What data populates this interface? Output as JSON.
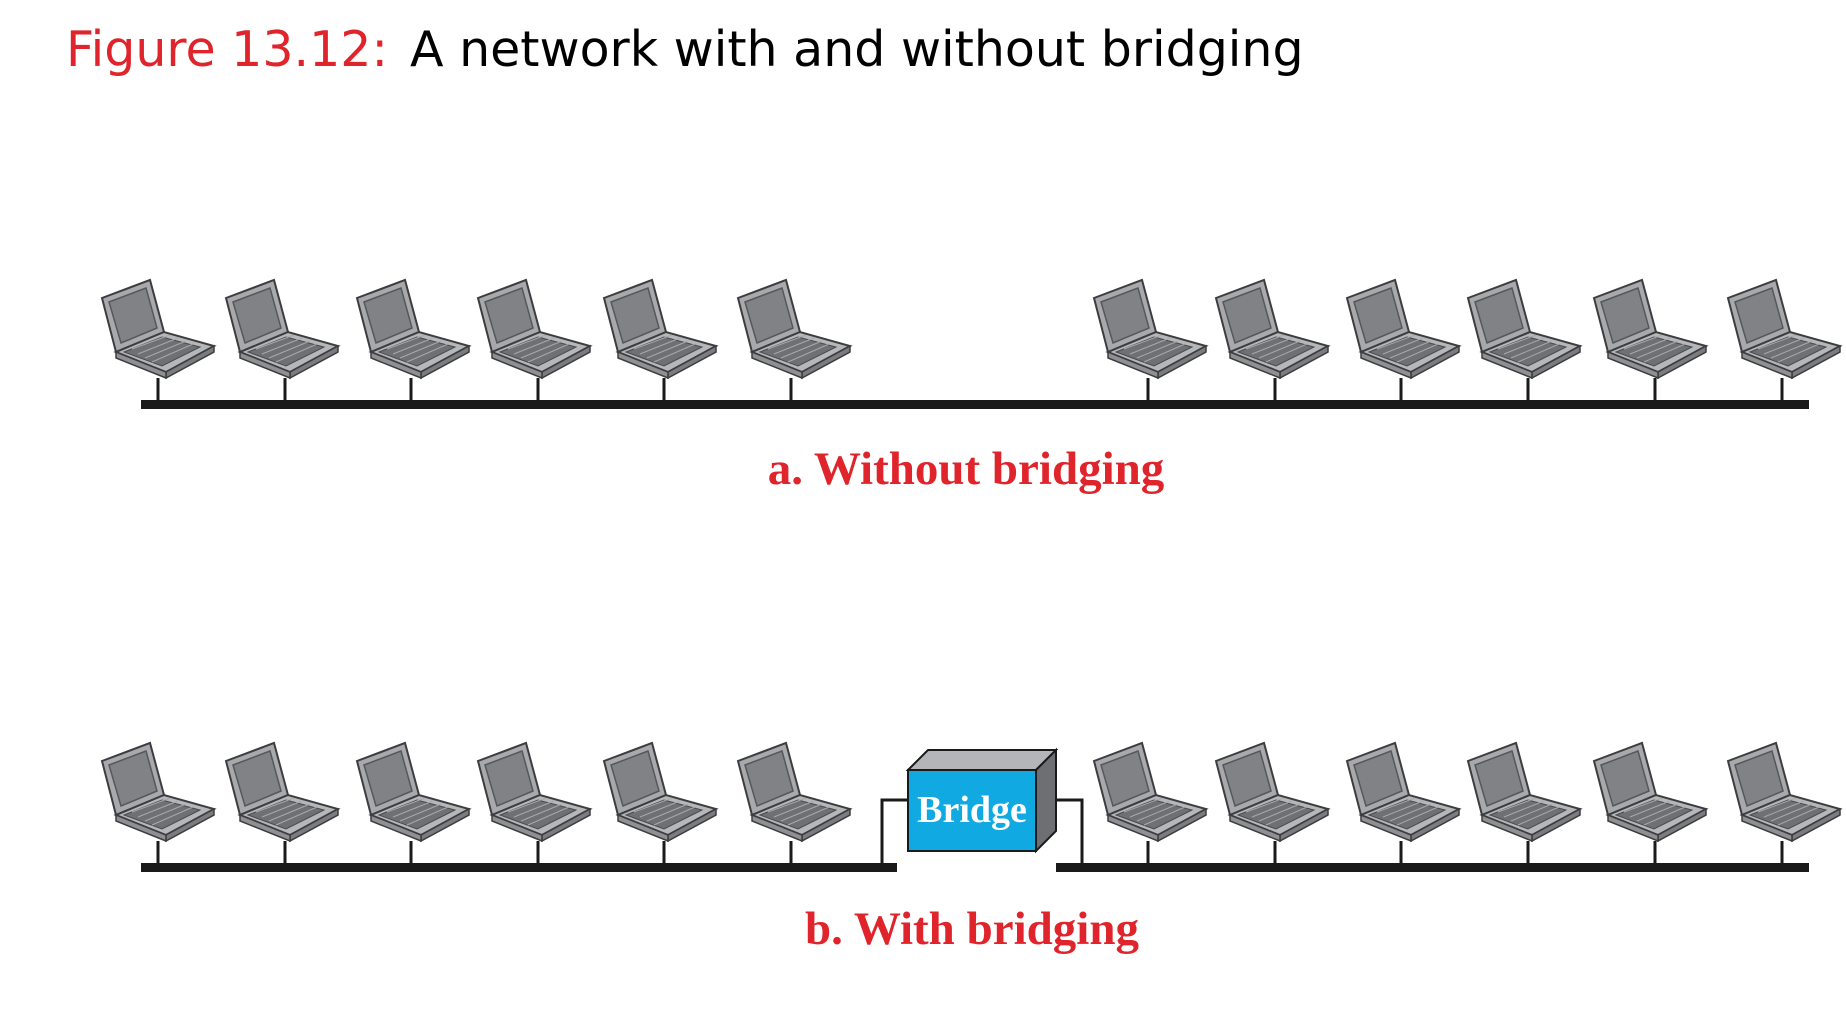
{
  "figure": {
    "number": "Figure 13.12",
    "separator": ":",
    "caption": "A network with and without bridging"
  },
  "panels": [
    {
      "label": "a. Without bridging",
      "stations": 12,
      "bridged": false
    },
    {
      "label": "b. With bridging",
      "stations": 12,
      "bridged": true
    }
  ],
  "bridge": {
    "label": "Bridge",
    "color": "#10a9e2"
  },
  "colors": {
    "accent": "#e0242b",
    "segment": "#1a1a1a",
    "laptop_body": "#a7a9ac",
    "laptop_dark": "#3d3d3f"
  },
  "icons": {
    "station": "laptop-icon",
    "bridge": "bridge-box-icon"
  }
}
